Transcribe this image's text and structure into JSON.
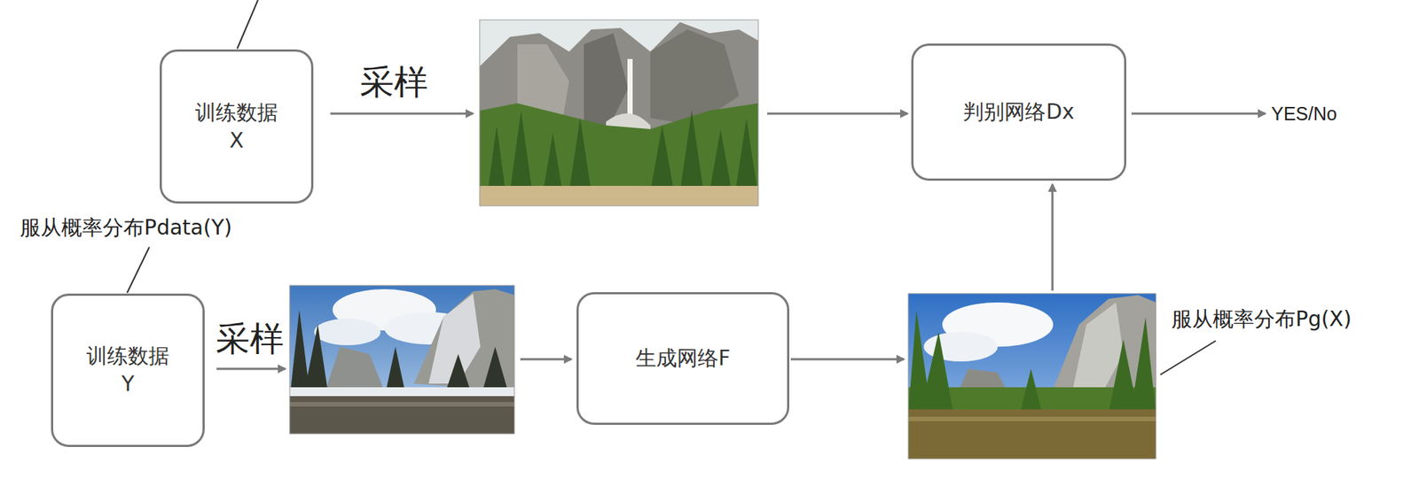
{
  "diagram": {
    "nodes": [
      {
        "text": [
          "训练数据 X"
        ]
      },
      {
        "text": [
          "判别网络Dx"
        ]
      },
      {
        "text": [
          "训练数据 Y"
        ]
      },
      {
        "text": [
          "生成网络F"
        ]
      }
    ],
    "labels": [
      "采样",
      "YES/No",
      "服从概率分布Pdata(Y)",
      "采样",
      "服从概率分布Pg(X)"
    ]
  }
}
